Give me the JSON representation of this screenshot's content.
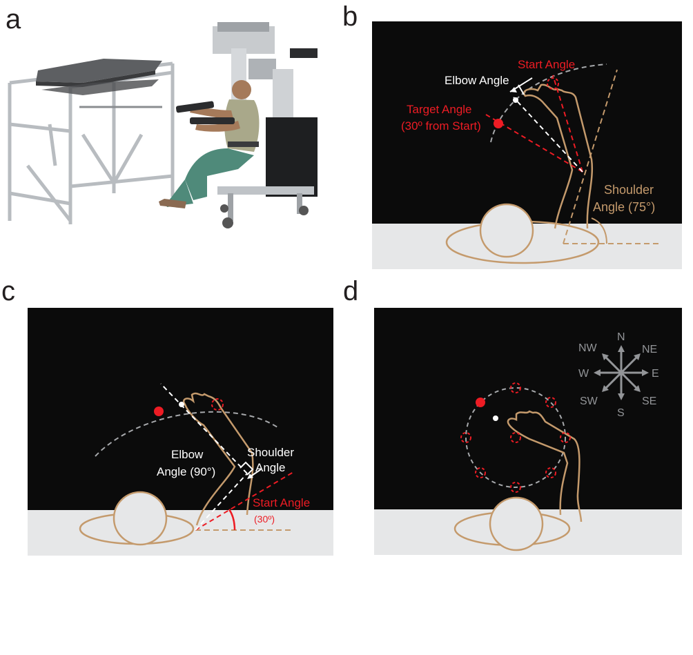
{
  "panels": {
    "a": {
      "letter": "a"
    },
    "b": {
      "letter": "b",
      "start_angle": "Start Angle",
      "elbow_angle": "Elbow Angle",
      "target_angle_1": "Target Angle",
      "target_angle_2": "(30º from Start)",
      "shoulder_angle_1": "Shoulder",
      "shoulder_angle_2": "Angle (75°)"
    },
    "c": {
      "letter": "c",
      "elbow_angle_1": "Elbow",
      "elbow_angle_2": "Angle (90°)",
      "shoulder_angle_1": "Shoulder",
      "shoulder_angle_2": "Angle",
      "start_angle": "Start Angle",
      "start_angle_value": "(30º)"
    },
    "d": {
      "letter": "d",
      "compass": {
        "N": "N",
        "NE": "NE",
        "E": "E",
        "SE": "SE",
        "S": "S",
        "SW": "SW",
        "W": "W",
        "NW": "NW"
      }
    }
  },
  "colors": {
    "background": "#0b0b0b",
    "table": "#e6e7e8",
    "body": "#c49a6c",
    "red": "#ed1c24",
    "gray_line": "#a7a9ac",
    "compass": "#939598",
    "white": "#ffffff"
  }
}
